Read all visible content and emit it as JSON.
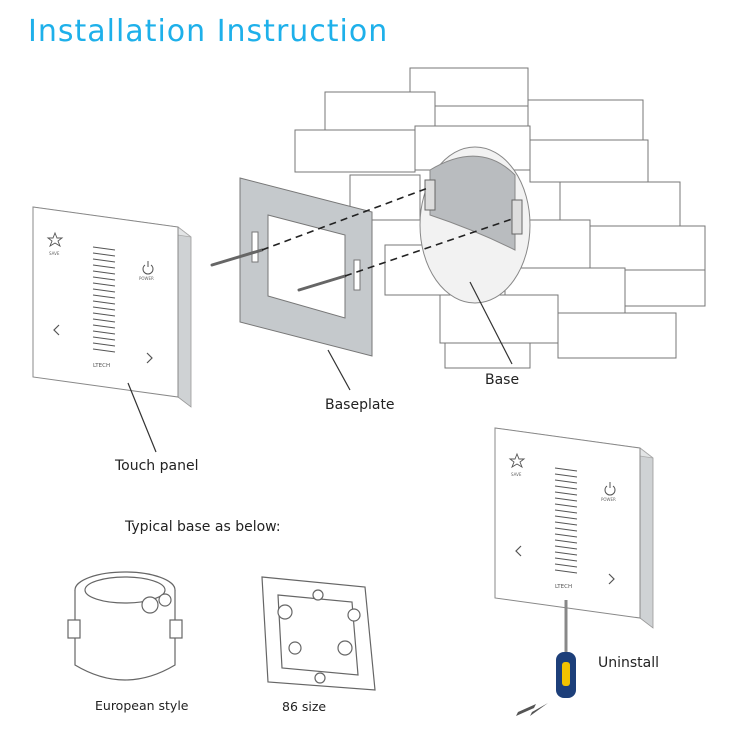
{
  "title": "Installation Instruction",
  "labels": {
    "touch_panel": "Touch panel",
    "baseplate": "Baseplate",
    "base": "Base",
    "typical_base": "Typical base as below:",
    "european_style": "European style",
    "size_86": "86 size",
    "uninstall": "Uninstall"
  },
  "panel": {
    "brand": "LTECH",
    "save": "SAVE",
    "power": "POWER"
  },
  "colors": {
    "title": "#1eb0ea",
    "handle": "#1d3f7a",
    "handle_accent": "#f2c200"
  }
}
